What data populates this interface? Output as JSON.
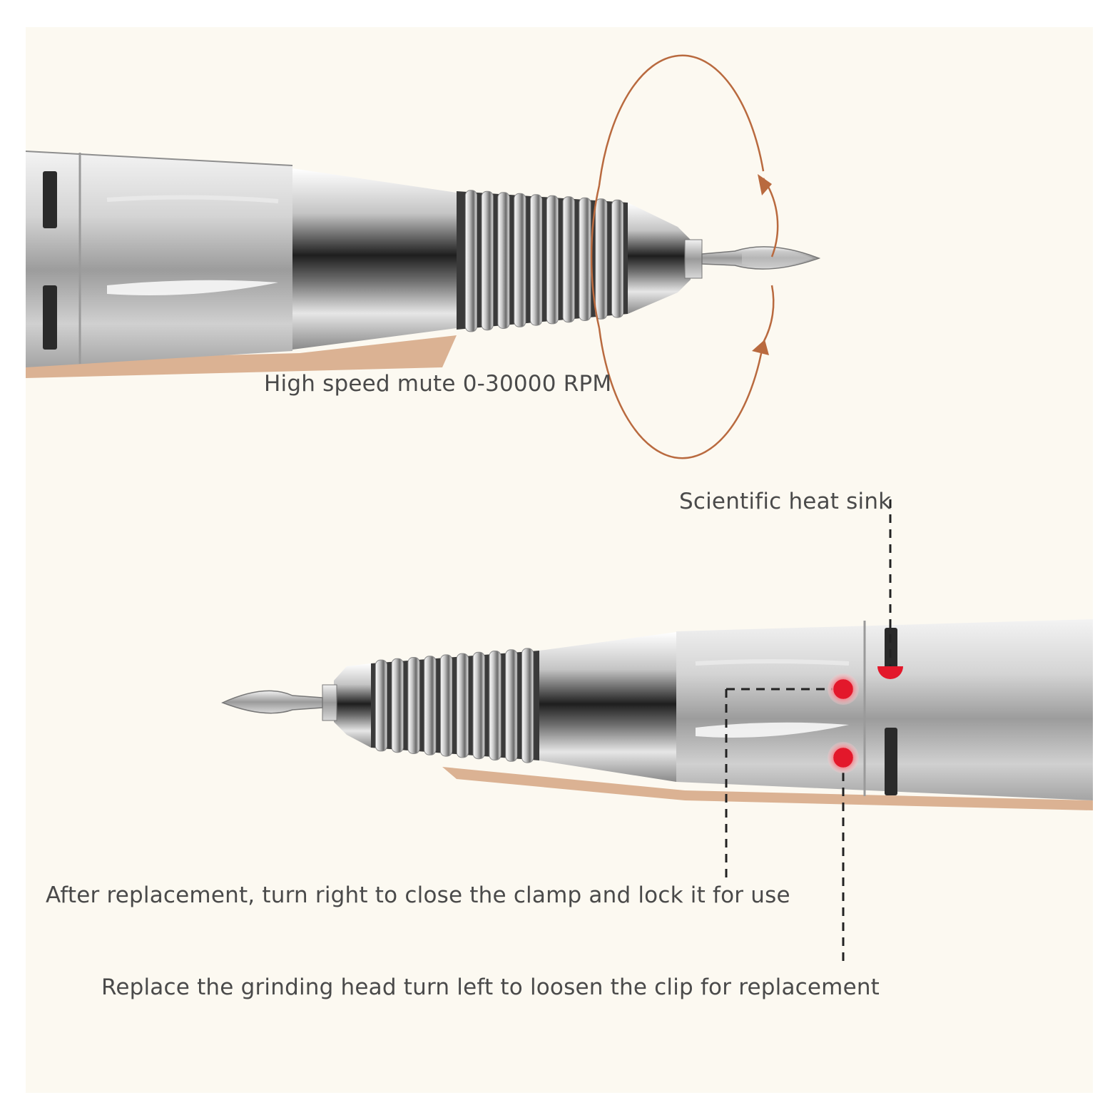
{
  "callouts": {
    "speed": "High speed mute 0-30000 RPM",
    "heat_sink": "Scientific heat sink",
    "after_replacement": "After replacement, turn right to close the clamp and lock it for use",
    "replace_head": "Replace the grinding head turn left to loosen the clip for replacement"
  },
  "colors": {
    "background": "#fcf9f1",
    "accent_line": "#b96a3f",
    "marker": "#e3182b",
    "label_text": "#4a4a4a"
  },
  "icons": {
    "rotation": "rotation-arrow-icon",
    "marker": "red-dot-marker-icon"
  }
}
